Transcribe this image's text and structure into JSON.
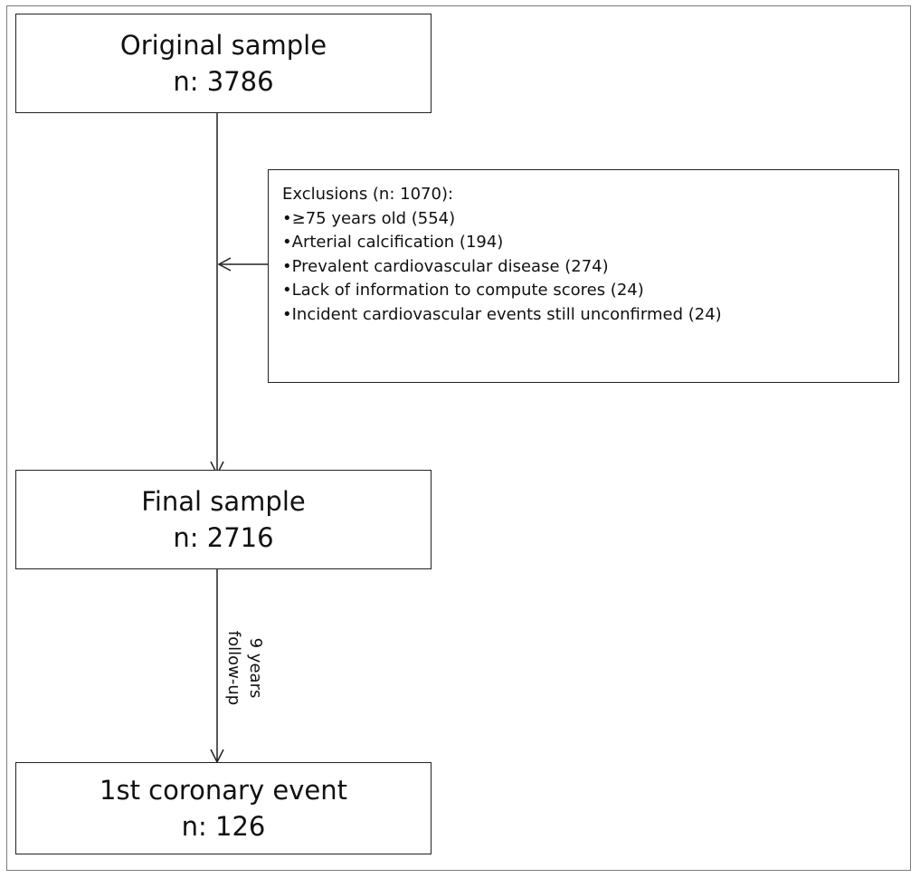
{
  "original_sample": {
    "title": "Original sample",
    "count": "n: 3786"
  },
  "exclusions": {
    "heading": "Exclusions (n: 1070):",
    "bullet": "•",
    "items": [
      "≥75 years old (554)",
      "Arterial calcification (194)",
      "Prevalent cardiovascular disease (274)",
      "Lack of information to compute scores (24)",
      "Incident cardiovascular events still unconfirmed (24)"
    ]
  },
  "final_sample": {
    "title": "Final sample",
    "count": "n: 2716"
  },
  "follow_up": {
    "line1": "9 years",
    "line2": "follow-up"
  },
  "coronary_event": {
    "title": "1st coronary event",
    "count": "n: 126"
  },
  "colors": {
    "stroke": "#222222",
    "frame": "#7a7a7a",
    "background": "#ffffff"
  }
}
